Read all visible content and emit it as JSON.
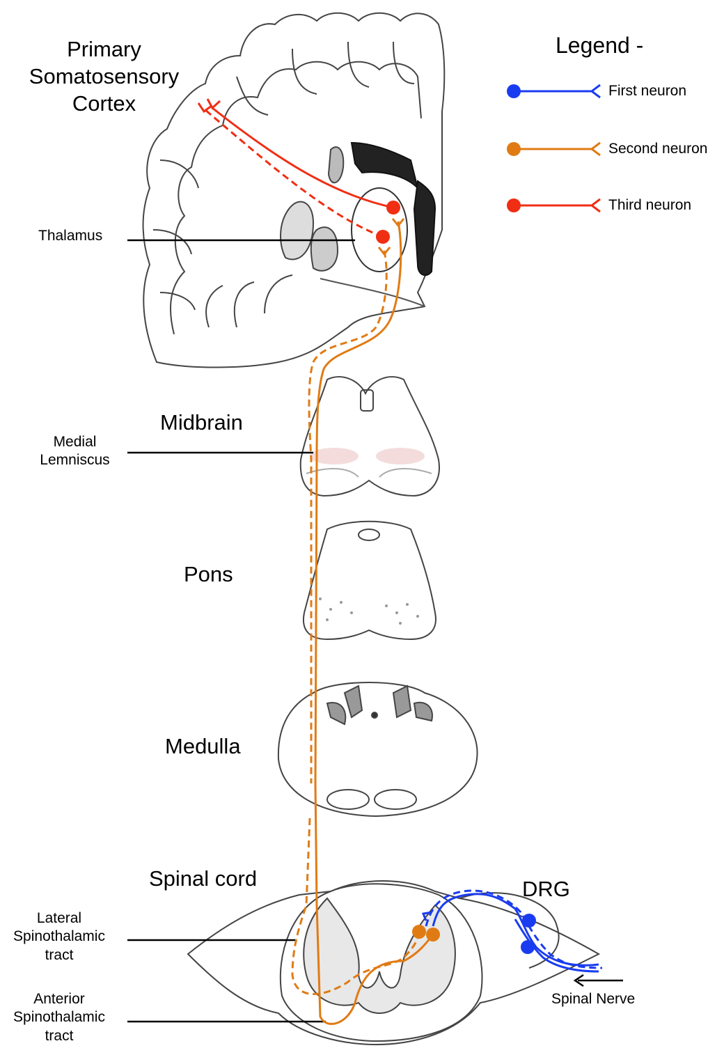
{
  "regions": {
    "cortex_line1": "Primary",
    "cortex_line2": "Somatosensory",
    "cortex_line3": "Cortex",
    "midbrain": "Midbrain",
    "pons": "Pons",
    "medulla": "Medulla",
    "spinal_cord": "Spinal cord",
    "drg": "DRG"
  },
  "callouts": {
    "thalamus": "Thalamus",
    "medial_line1": "Medial",
    "medial_line2": "Lemniscus",
    "lateral_line1": "Lateral",
    "lateral_line2": "Spinothalamic",
    "lateral_line3": "tract",
    "anterior_line1": "Anterior",
    "anterior_line2": "Spinothalamic",
    "anterior_line3": "tract",
    "spinal_nerve": "Spinal Nerve"
  },
  "legend": {
    "title": "Legend -",
    "items": [
      {
        "label": "First neuron",
        "color": "#1a3cf0"
      },
      {
        "label": "Second neuron",
        "color": "#e07b14"
      },
      {
        "label": "Third neuron",
        "color": "#f02e14"
      }
    ]
  },
  "colors": {
    "first_neuron": "#1a3cf0",
    "second_neuron": "#e07b14",
    "third_neuron": "#f02e14",
    "sketch": "#555555"
  }
}
